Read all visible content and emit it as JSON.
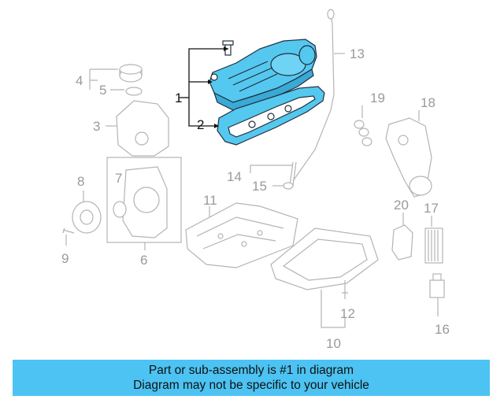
{
  "diagram": {
    "highlight_color": "#55c8f0",
    "callouts": {
      "c1": "1",
      "c2": "2",
      "c3": "3",
      "c4": "4",
      "c5": "5",
      "c6": "6",
      "c7": "7",
      "c8": "8",
      "c9": "9",
      "c10": "10",
      "c11": "11",
      "c12": "12",
      "c13": "13",
      "c14": "14",
      "c15": "15",
      "c16": "16",
      "c17": "17",
      "c18": "18",
      "c19": "19",
      "c20": "20"
    }
  },
  "banner": {
    "line1": "Part or sub-assembly is #1 in diagram",
    "line2": "Diagram may not be specific to your vehicle",
    "background": "#4cc3f2"
  }
}
